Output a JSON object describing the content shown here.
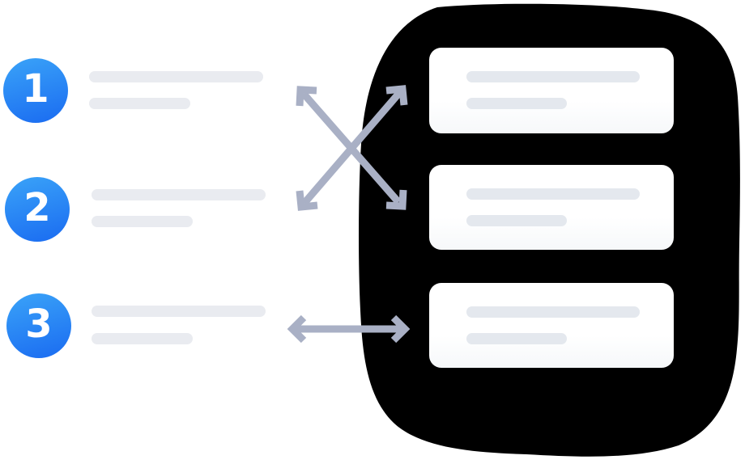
{
  "steps": [
    {
      "number": "1",
      "skeleton_lines": [
        "long",
        "short"
      ]
    },
    {
      "number": "2",
      "skeleton_lines": [
        "long",
        "short"
      ]
    },
    {
      "number": "3",
      "skeleton_lines": [
        "long",
        "short"
      ]
    }
  ],
  "panel": {
    "cards": [
      {
        "name": "card-1",
        "skeleton_lines": [
          "long",
          "short"
        ]
      },
      {
        "name": "card-2",
        "skeleton_lines": [
          "long",
          "short"
        ]
      },
      {
        "name": "card-3",
        "skeleton_lines": [
          "long",
          "short"
        ]
      }
    ]
  },
  "connectors": [
    {
      "name": "swap-arrows-cross",
      "type": "double-headed-diagonal-pair",
      "between": "steps 1-2 and cards 1-2"
    },
    {
      "name": "direct-arrow",
      "type": "double-headed-horizontal",
      "between": "step 3 and card 3"
    }
  ],
  "colors": {
    "background": "#ffffff",
    "badge_top": "#3aa3f8",
    "badge_bottom": "#1a6bf1",
    "badge_number": "#ffffff",
    "skeleton_left": "#e9ebf0",
    "skeleton_card": "#e4e8ee",
    "card_bg": "#ffffff",
    "panel_bg": "#000000",
    "arrow": "#a9b0c5"
  }
}
